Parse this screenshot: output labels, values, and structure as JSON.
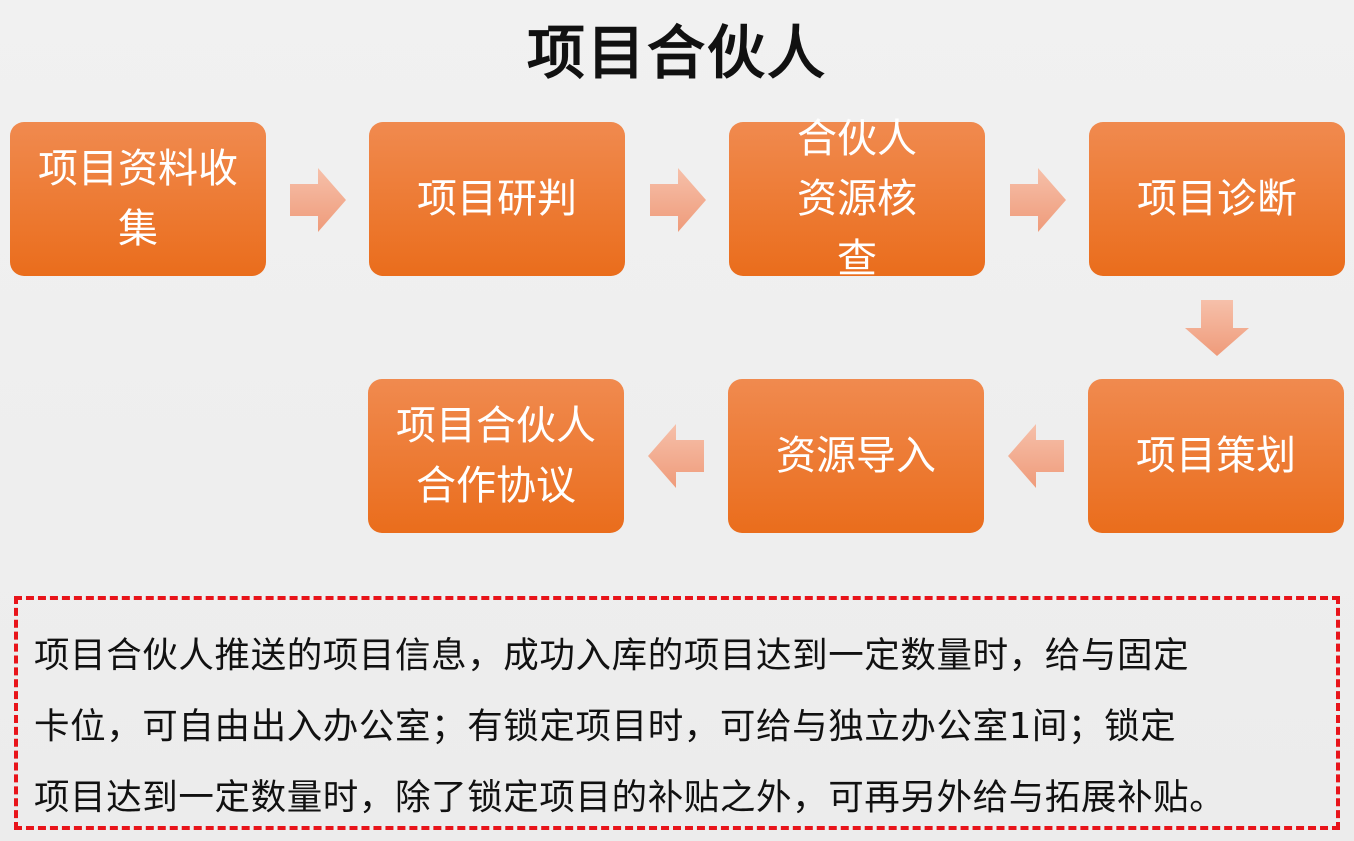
{
  "title": "项目合伙人",
  "steps": [
    {
      "label": "项目资料收集"
    },
    {
      "label": "项目研判"
    },
    {
      "label": "合伙人资源核查"
    },
    {
      "label": "项目诊断"
    },
    {
      "label": "项目策划"
    },
    {
      "label": "资源导入"
    },
    {
      "label": "项目合伙人合作协议"
    }
  ],
  "note": {
    "lines": [
      "项目合伙人推送的项目信息，成功入库的项目达到一定数量时，给与固定",
      "卡位，可自由出入办公室；有锁定项目时，可给与独立办公室1间；锁定",
      "项目达到一定数量时，除了锁定项目的补贴之外，可再另外给与拓展补贴。"
    ]
  },
  "colors": {
    "box": "#ec7428",
    "arrow": "#f4a88a",
    "border": "#e8141a"
  }
}
